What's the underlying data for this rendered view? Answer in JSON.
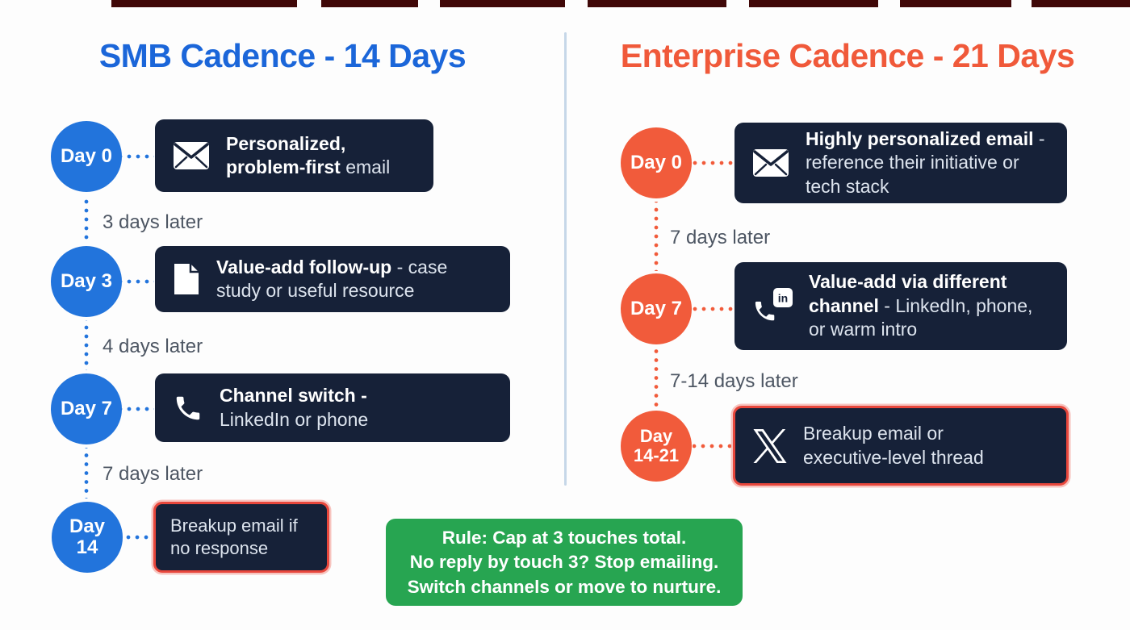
{
  "smb": {
    "title": "SMB Cadence - 14 Days",
    "steps": [
      {
        "day1": "Day 0",
        "day2": "",
        "gap": "",
        "bold": "Personalized, problem-first",
        "rest": " email",
        "icon": "envelope-icon"
      },
      {
        "day1": "Day 3",
        "day2": "",
        "gap": "3 days later",
        "bold": "Value-add follow-up",
        "rest": " - case study or useful resource",
        "icon": "document-icon"
      },
      {
        "day1": "Day 7",
        "day2": "",
        "gap": "4 days later",
        "bold": "Channel switch -",
        "rest": " LinkedIn or phone",
        "icon": "phone-icon"
      },
      {
        "day1": "Day",
        "day2": "14",
        "gap": "7 days later",
        "bold": "",
        "rest": "Breakup email if no response",
        "icon": ""
      }
    ]
  },
  "enterprise": {
    "title": "Enterprise Cadence - 21 Days",
    "steps": [
      {
        "day1": "Day 0",
        "day2": "",
        "gap": "",
        "bold": "Highly personalized email",
        "rest": " - reference their initiative or tech stack",
        "icon": "envelope-icon"
      },
      {
        "day1": "Day 7",
        "day2": "",
        "gap": "7 days later",
        "bold": "Value-add via different channel",
        "rest": " - LinkedIn, phone, or warm intro",
        "icon": "linkedin-phone-icon"
      },
      {
        "day1": "Day",
        "day2": "14-21",
        "gap": "7-14 days later",
        "bold": "",
        "rest": "Breakup email or executive-level thread",
        "icon": "x-icon"
      }
    ]
  },
  "rule_box": {
    "line1": "Rule: Cap at 3 touches total.",
    "line2": "No reply by touch 3? Stop emailing.",
    "line3": "Switch channels or move to nurture."
  },
  "colors": {
    "smb_accent": "#2274dc",
    "smb_title": "#1b66d9",
    "enterprise_accent": "#f15b3b",
    "enterprise_title": "#f0593a",
    "card_bg": "#162138",
    "highlight_border": "#e8473c",
    "rule_bg": "#27a551",
    "gap_text": "#4d5663",
    "divider": "#c6d7e8",
    "top_strip": "#400808"
  }
}
